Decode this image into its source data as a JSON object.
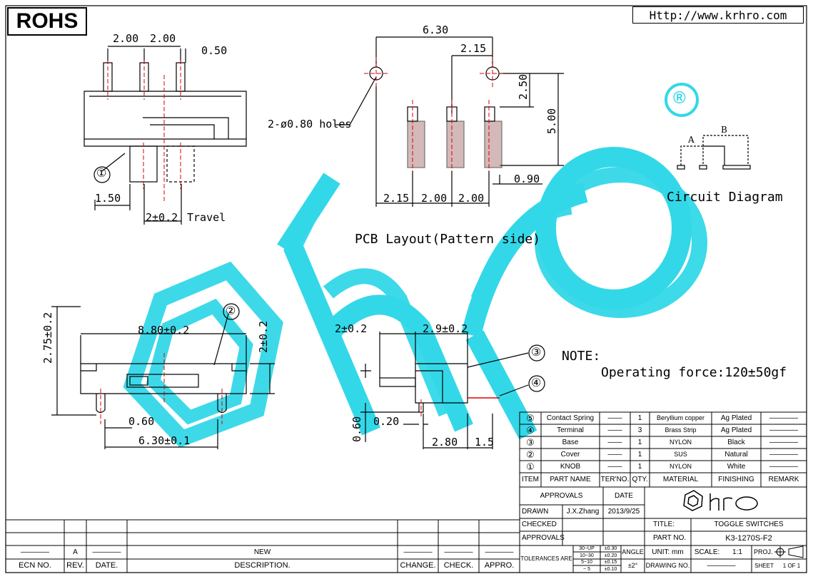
{
  "header": {
    "rohs_label": "ROHS",
    "website": "Http://www.krhro.com"
  },
  "brand": {
    "watermark_text": "hro",
    "registered_mark": "®",
    "watermark_color": "#33d8e8"
  },
  "top_view": {
    "dim_pitch_1": "2.00",
    "dim_pitch_2": "2.00",
    "dim_pin_width": "0.50",
    "dim_offset": "1.50",
    "dim_travel_value": "2±0.2",
    "dim_travel_label": "Travel",
    "callout_1": "①"
  },
  "pcb_layout": {
    "dim_total": "6.30",
    "dim_2_15_top": "2.15",
    "dim_2_50": "2.50",
    "dim_5_00": "5.00",
    "dim_0_90": "0.90",
    "hole_note": "2-ø0.80 holes",
    "dim_bottom": [
      "2.15",
      "2.00",
      "2.00"
    ],
    "caption": "PCB Layout(Pattern side)"
  },
  "circuit": {
    "label_a": "A",
    "label_b": "B",
    "caption": "Circuit Diagram"
  },
  "front_view": {
    "dim_height": "2.75±0.2",
    "dim_width": "8.80±0.2",
    "dim_right_height": "2±0.2",
    "dim_0_60": "0.60",
    "dim_base": "6.30±0.1",
    "callout_2": "②"
  },
  "side_view": {
    "dim_2_0_2": "2±0.2",
    "dim_2_9_0_2": "2.9±0.2",
    "dim_0_60_vert": "0.60",
    "dim_0_20": "0.20",
    "dim_2_80": "2.80",
    "dim_1_5": "1.5",
    "callout_3": "③",
    "callout_4": "④"
  },
  "note": {
    "heading": "NOTE:",
    "text": "Operating force:120±50gf"
  },
  "bom": {
    "rows": [
      {
        "item": "⑤",
        "part": "Contact Spring",
        "ter": "——",
        "qty": "1",
        "material": "Beryllium copper",
        "finishing": "Ag Plated",
        "remark": "————"
      },
      {
        "item": "④",
        "part": "Terminal",
        "ter": "——",
        "qty": "3",
        "material": "Brass Strip",
        "finishing": "Ag Plated",
        "remark": "————"
      },
      {
        "item": "③",
        "part": "Base",
        "ter": "——",
        "qty": "1",
        "material": "NYLON",
        "finishing": "Black",
        "remark": "————"
      },
      {
        "item": "②",
        "part": "Cover",
        "ter": "——",
        "qty": "1",
        "material": "SUS",
        "finishing": "Natural",
        "remark": "————"
      },
      {
        "item": "①",
        "part": "KNOB",
        "ter": "——",
        "qty": "1",
        "material": "NYLON",
        "finishing": "White",
        "remark": "————"
      }
    ],
    "headers": {
      "item": "ITEM",
      "part": "PART NAME",
      "ter": "TER'NO.",
      "qty": "QTY.",
      "material": "MATERIAL",
      "finishing": "FINISHING",
      "remark": "REMARK"
    }
  },
  "title_block": {
    "approvals_header": "APPROVALS",
    "date_header": "DATE",
    "drawn_label": "DRAWN",
    "drawn_by": "J.X.Zhang",
    "drawn_date": "2013/9/25",
    "checked_label": "CHECKED",
    "approvals_label": "APPROVALS",
    "title_label": "TITLE:",
    "title_value": "TOGGLE SWITCHES",
    "partno_label": "PART NO.",
    "partno_value": "K3-1270S-F2",
    "tolerances_label": "TOLERANCES ARE",
    "tol_ranges": [
      "30~UP",
      "10~30",
      "5~10",
      "~ 5"
    ],
    "tol_values": [
      "±0.30",
      "±0.20",
      "±0.15",
      "±0.10"
    ],
    "angle_label": "ANGLE",
    "angle_value": "±2°",
    "unit_label": "UNIT: mm",
    "scale_label": "SCALE:",
    "scale_value": "1:1",
    "proj_label": "PROJ.",
    "drawing_no_label": "DRAWING NO.",
    "drawing_no_value": "————",
    "sheet_label": "SHEET",
    "sheet_value": "1 OF 1"
  },
  "revision_block": {
    "rev_value": "A",
    "blank": "————",
    "description_value": "NEW",
    "headers": {
      "ecn": "ECN NO.",
      "rev": "REV.",
      "date": "DATE.",
      "description": "DESCRIPTION.",
      "change": "CHANGE.",
      "check": "CHECK.",
      "appro": "APPRO."
    }
  }
}
